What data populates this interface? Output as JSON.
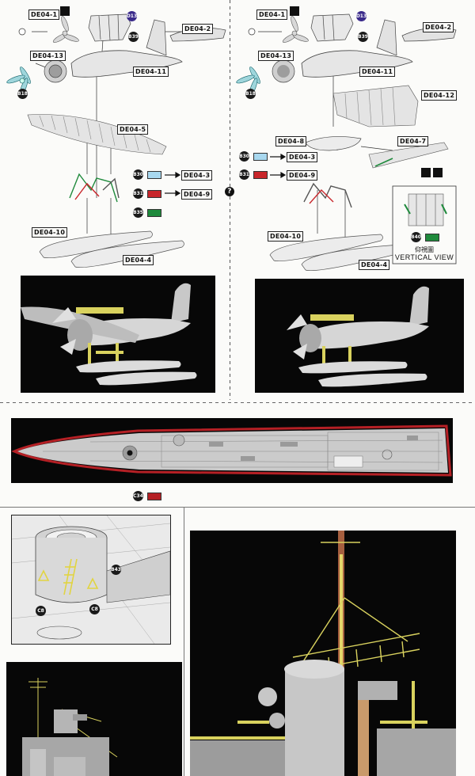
{
  "left_step": {
    "parts": {
      "de04_1": "DE04-1",
      "d13": "D13",
      "b39": "B39",
      "de04_2": "DE04-2",
      "de04_13": "DE04-13",
      "de04_11": "DE04-11",
      "b18": "B18",
      "de04_5": "DE04-5",
      "b30": "B30",
      "de04_3": "DE04-3",
      "b31": "B31",
      "de04_9": "DE04-9",
      "b35": "B35",
      "de04_10": "DE04-10",
      "de04_4": "DE04-4"
    }
  },
  "right_step": {
    "parts": {
      "de04_1": "DE04-1",
      "d13": "D13",
      "b39": "B39",
      "de04_2": "DE04-2",
      "de04_13": "DE04-13",
      "de04_11": "DE04-11",
      "de04_12": "DE04-12",
      "b18": "B18",
      "de04_8": "DE04-8",
      "de04_7": "DE04-7",
      "b30": "B30",
      "de04_3": "DE04-3",
      "b31": "B31",
      "de04_9": "DE04-9",
      "de04_10": "DE04-10",
      "de04_4": "DE04-4",
      "b40": "B40"
    },
    "vertical_view_cn": "仰視圖",
    "vertical_view_en": "VERTICAL VIEW"
  },
  "question_mark": "?",
  "deck_step": {
    "c34": "C34"
  },
  "funnel_step": {
    "b43": "B43",
    "c8_left": "C8",
    "c8_right": "C8"
  },
  "colors": {
    "light_blue": "#a8d8ef",
    "red": "#c8262b",
    "green": "#1f8a3c",
    "yellow_part": "#e8e07a",
    "deck_gray": "#c9c9c9",
    "hull_red": "#b52025"
  }
}
